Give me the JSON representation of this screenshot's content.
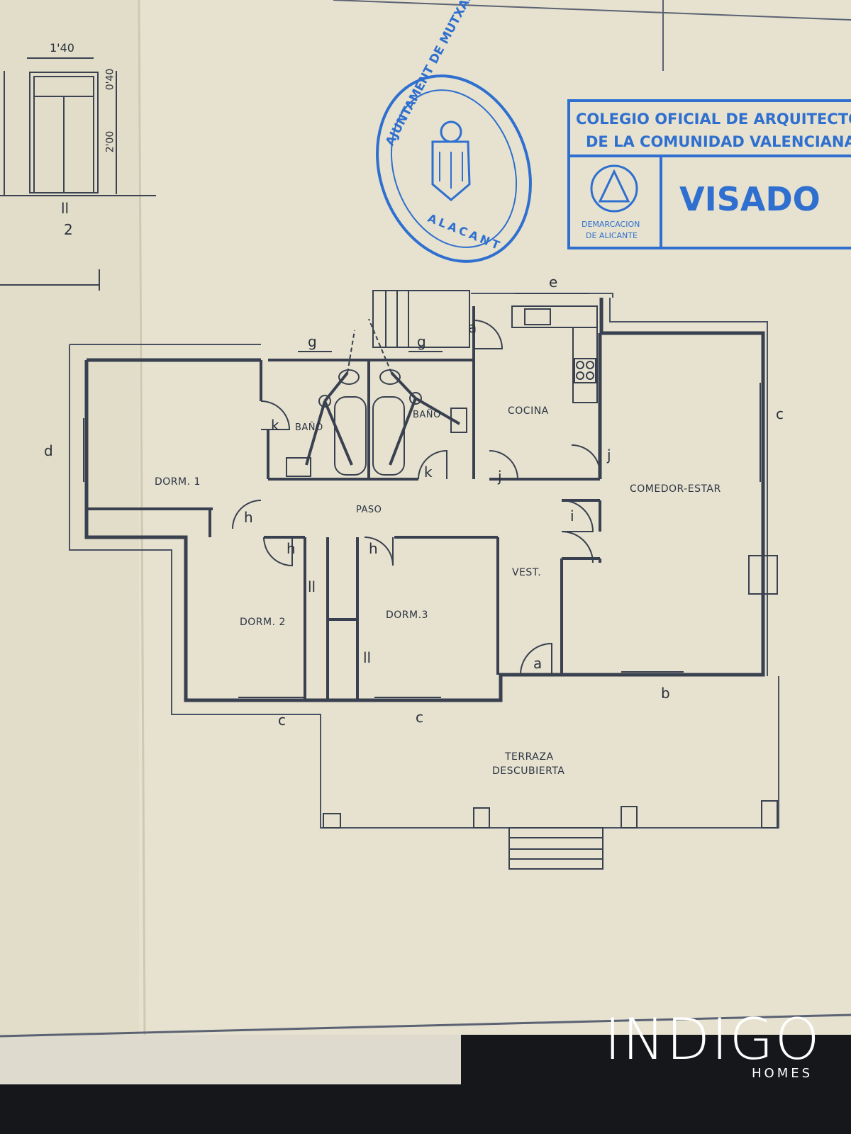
{
  "plan": {
    "rooms": {
      "dorm1": "DORM. 1",
      "dorm2": "DORM. 2",
      "dorm3": "DORM.3",
      "bano_left": "BAÑO",
      "bano_right": "BAÑO",
      "cocina": "COCINA",
      "comedor": "COMEDOR-ESTAR",
      "paso": "PASO",
      "vest": "VEST.",
      "terraza_1": "TERRAZA",
      "terraza_2": "DESCUBIERTA"
    },
    "tags": {
      "a": "a",
      "b": "b",
      "c": "c",
      "d": "d",
      "e": "e",
      "g": "g",
      "h": "h",
      "i": "i",
      "j": "j",
      "k": "k",
      "ll": "ll"
    },
    "detail": {
      "width": "1'40",
      "top": "0'40",
      "height": "2'00",
      "ref": "ll",
      "num": "2"
    }
  },
  "stamps": {
    "round_top": "AJUNTAMENT DE MUTXAMEL",
    "round_bottom": "ALACANT",
    "colegio_1": "COLEGIO OFICIAL DE ARQUITECTOS",
    "colegio_2": "DE LA COMUNIDAD VALENCIANA",
    "visado": "VISADO",
    "demarcacion_1": "DEMARCACION",
    "demarcacion_2": "DE ALICANTE"
  },
  "brand": {
    "name": "INDIGO",
    "sub": "HOMES"
  },
  "colors": {
    "paper": "#e8e4d2",
    "ink": "#39404f",
    "stamp": "#2f6fcf"
  }
}
